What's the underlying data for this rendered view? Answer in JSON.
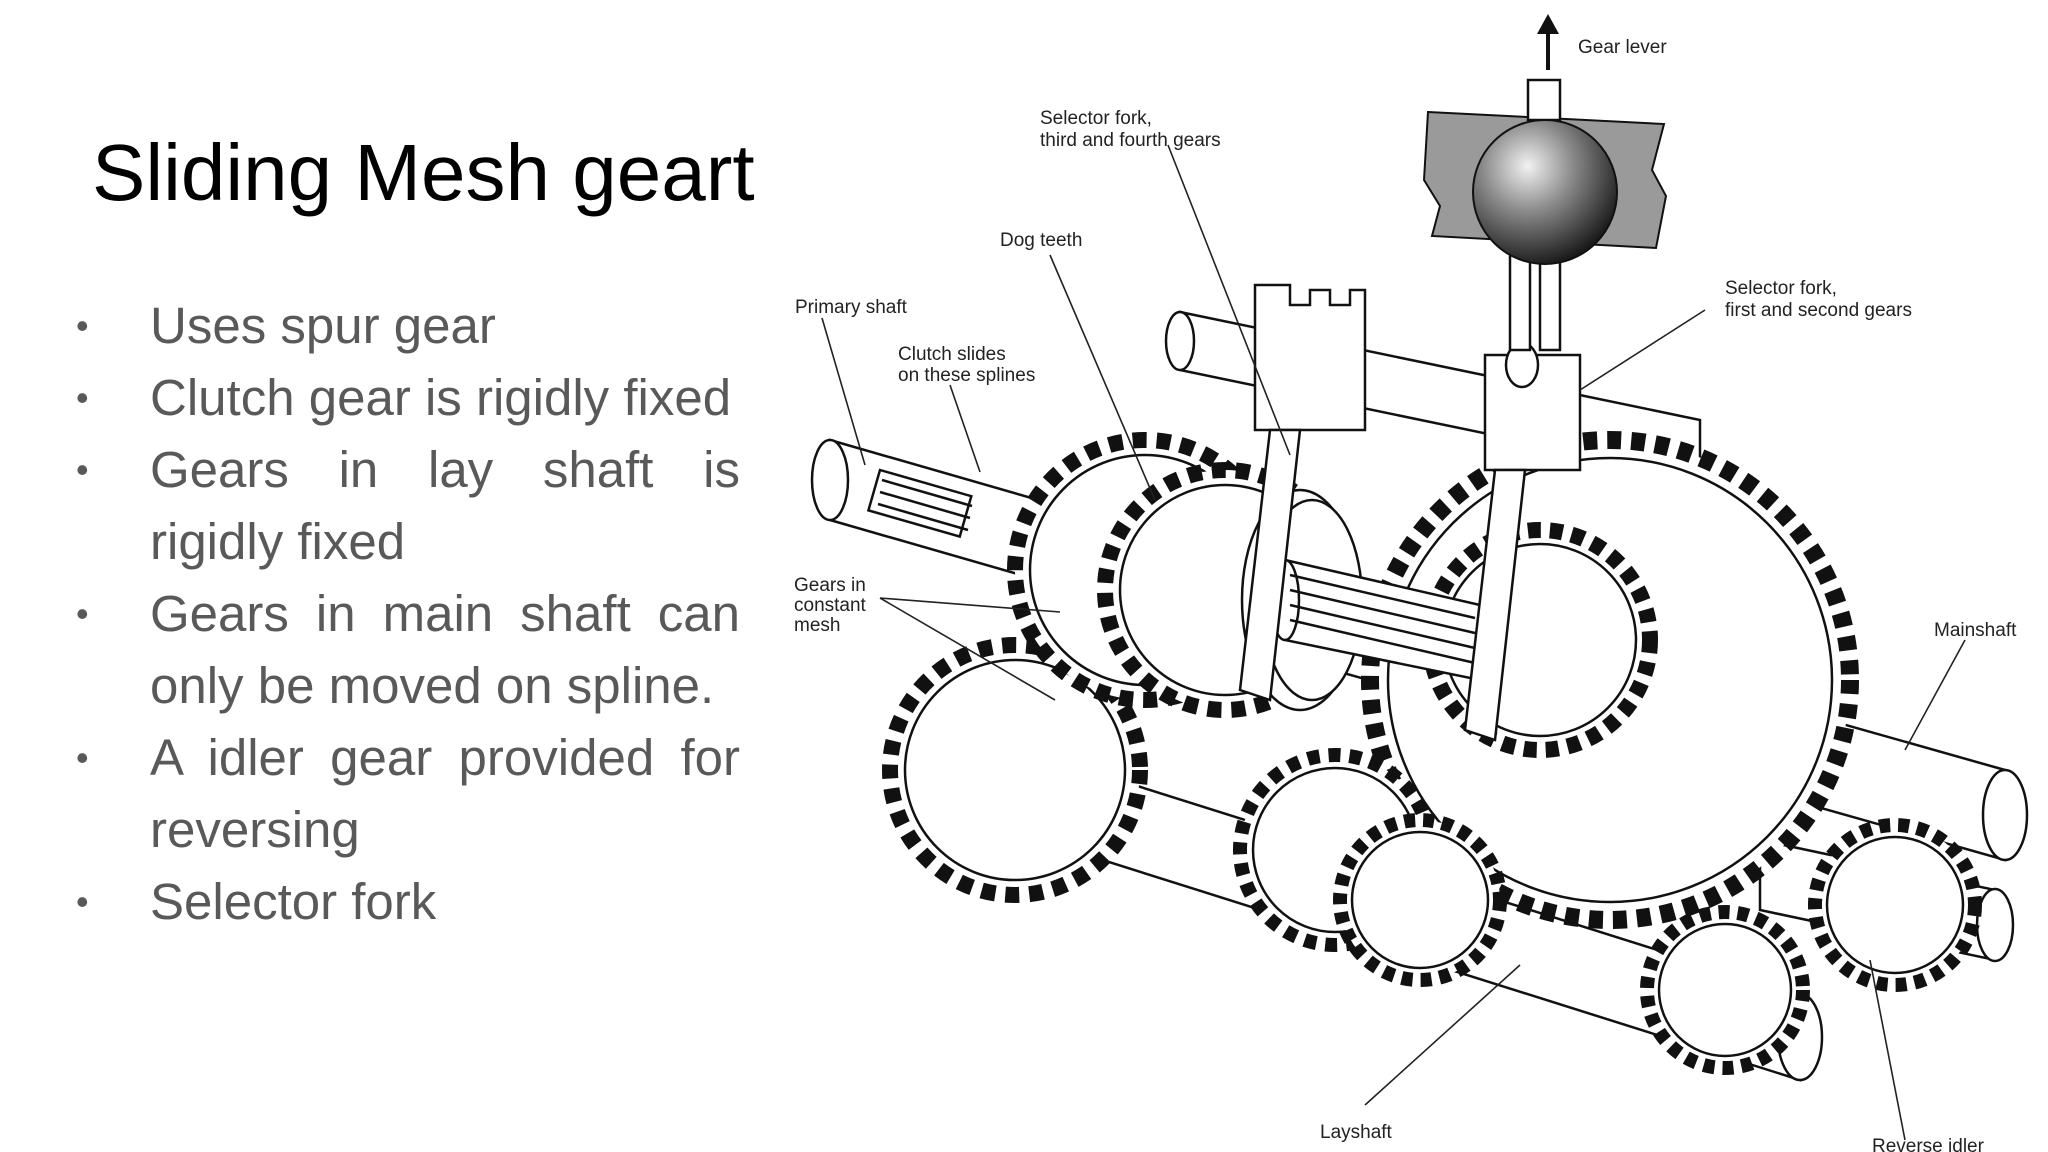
{
  "slide": {
    "title": "Sliding Mesh geart",
    "bullets": [
      "Uses spur gear",
      "Clutch gear is rigidly fixed",
      "Gears in lay shaft is rigidly fixed",
      "Gears in main shaft can only be moved on spline.",
      "A idler gear provided for reversing",
      "Selector fork"
    ]
  },
  "diagram": {
    "labels": {
      "gear_lever": "Gear lever",
      "selector_fork_34_line1": "Selector fork,",
      "selector_fork_34_line2": "third and fourth gears",
      "dog_teeth": "Dog teeth",
      "primary_shaft": "Primary shaft",
      "clutch_slides_line1": "Clutch slides",
      "clutch_slides_line2": "on these splines",
      "selector_fork_12_line1": "Selector fork,",
      "selector_fork_12_line2": "first and second gears",
      "gears_constant_line1": "Gears in",
      "gears_constant_line2": "constant",
      "gears_constant_line3": "mesh",
      "mainshaft": "Mainshaft",
      "layshaft": "Layshaft",
      "reverse_idler": "Reverse idler"
    }
  }
}
